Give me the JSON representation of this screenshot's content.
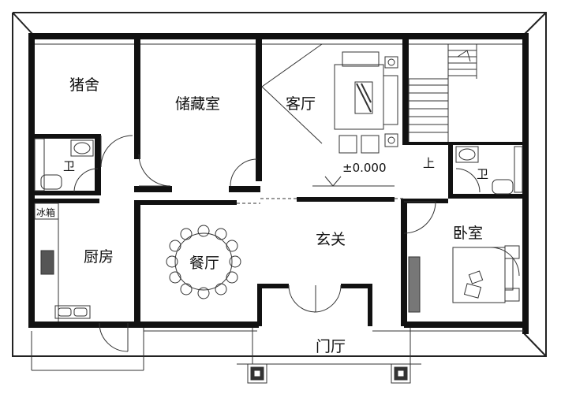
{
  "plan": {
    "rooms": {
      "pigsty": "猪舍",
      "storage": "储藏室",
      "living_room": "客厅",
      "bathroom_left": "卫",
      "bathroom_right": "卫",
      "kitchen": "厨房",
      "fridge": "冰箱",
      "dining_room": "餐厅",
      "foyer": "玄关",
      "bedroom": "卧室",
      "entry_hall": "门厅"
    },
    "stair_up": "上",
    "elevation_mark": "±0.000",
    "colors": {
      "wall": "#111111",
      "line": "#333333",
      "background": "#ffffff"
    }
  }
}
